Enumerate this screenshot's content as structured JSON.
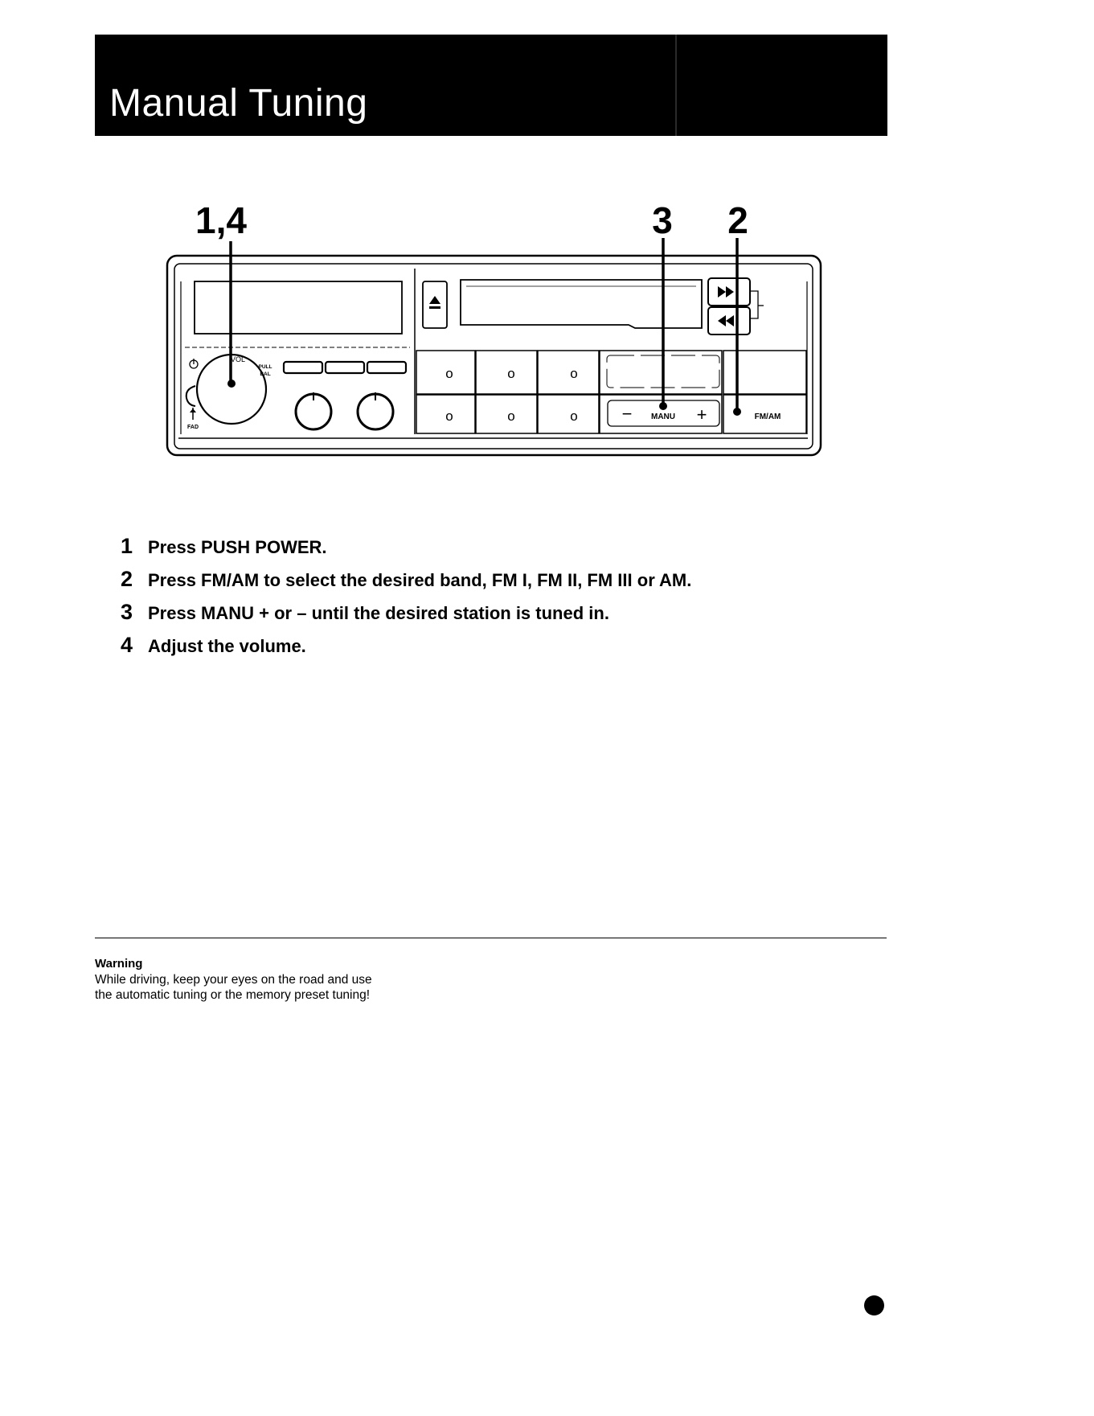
{
  "header": {
    "title": "Manual Tuning"
  },
  "diagram": {
    "callouts": {
      "knob": "1,4",
      "manu": "3",
      "fmam": "2"
    },
    "labels": {
      "vol": "VOL",
      "pull": "PULL",
      "bal": "BAL",
      "fad": "FAD",
      "manu": "MANU",
      "minus": "−",
      "plus": "+",
      "fmam": "FM/AM",
      "preset_mark": "o"
    }
  },
  "steps": [
    {
      "num": "1",
      "text": "Press PUSH POWER."
    },
    {
      "num": "2",
      "text": "Press FM/AM to select the desired band, FM I, FM II, FM III or AM."
    },
    {
      "num": "3",
      "text": "Press MANU + or – until the desired station is tuned in."
    },
    {
      "num": "4",
      "text": "Adjust the volume."
    }
  ],
  "warning": {
    "title": "Warning",
    "lines": [
      "While driving, keep your eyes on the road and use",
      "the automatic tuning or the memory preset tuning!"
    ]
  }
}
